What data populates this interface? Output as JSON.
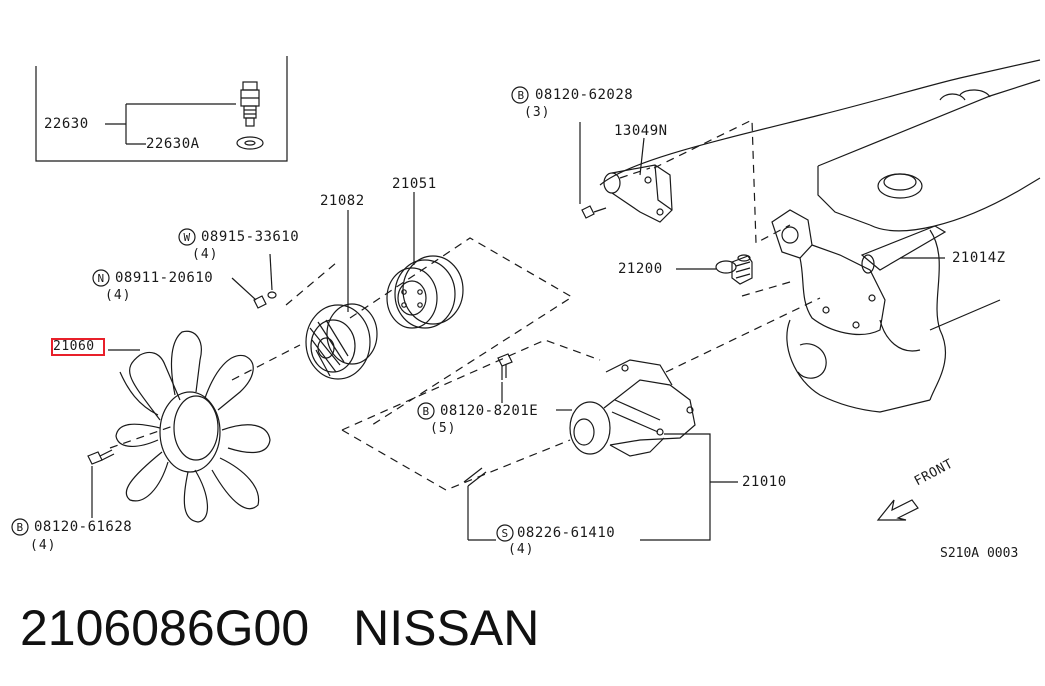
{
  "parts": {
    "p22630": "22630",
    "p22630A": "22630A",
    "p08120_62028": "08120-62028",
    "p08120_62028_qty": "(3)",
    "p13049N": "13049N",
    "p21051": "21051",
    "p21082": "21082",
    "p08915_33610": "08915-33610",
    "p08915_33610_qty": "(4)",
    "p08911_20610": "08911-20610",
    "p08911_20610_qty": "(4)",
    "p21060": "21060",
    "p21200": "21200",
    "p21014Z": "21014Z",
    "p08120_8201E": "08120-8201E",
    "p08120_8201E_qty": "(5)",
    "p21010": "21010",
    "p08120_61628": "08120-61628",
    "p08120_61628_qty": "(4)",
    "p08226_61410": "08226-61410",
    "p08226_61410_qty": "(4)"
  },
  "prefixes": {
    "bolt_b": "B",
    "washer_w": "W",
    "nut_n": "N",
    "stud_s": "S"
  },
  "direction_label": "FRONT",
  "diagram_code": "S210A 0003",
  "footer": {
    "part_number": "2106086G00",
    "brand": "NISSAN"
  },
  "colors": {
    "line": "#1a1a1a",
    "highlight": "#e8202a"
  }
}
